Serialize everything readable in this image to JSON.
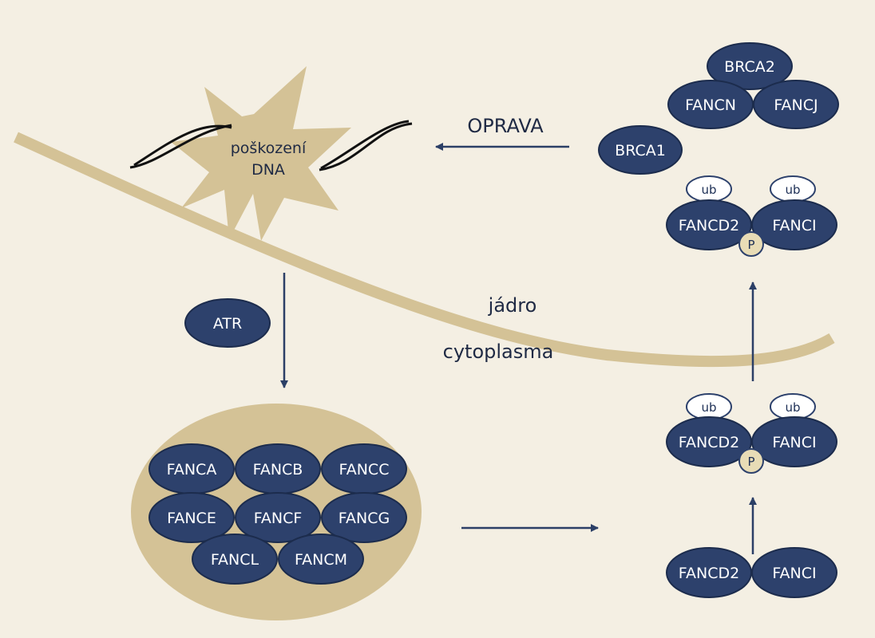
{
  "colors": {
    "background": "#f4efe3",
    "membrane": "#d4c296",
    "complex": "#d4c296",
    "protein": "#2d416c",
    "protein_edge": "#1c2c4d",
    "arrow": "#2b3f66",
    "phospho": "#e8dcb6"
  },
  "labels": {
    "damage_line1": "poškození",
    "damage_line2": "DNA",
    "repair": "OPRAVA",
    "nucleus": "jádro",
    "cytoplasm": "cytoplasma"
  },
  "proteins": {
    "atr": "ATR",
    "brca1": "BRCA1",
    "brca2": "BRCA2",
    "fancn": "FANCN",
    "fancj": "FANCJ",
    "core_complex": [
      "FANCA",
      "FANCB",
      "FANCC",
      "FANCE",
      "FANCF",
      "FANCG",
      "FANCL",
      "FANCM"
    ],
    "fancd2": "FANCD2",
    "fanci": "FANCI",
    "ub": "ub",
    "p": "P"
  }
}
